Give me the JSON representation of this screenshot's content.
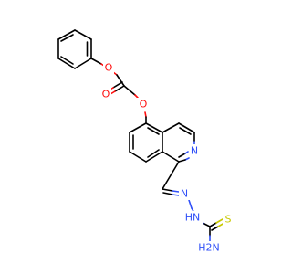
{
  "atoms": {
    "o_ether_top": {
      "symbol": "O",
      "color": "#ff0d0d"
    },
    "o_carbonyl": {
      "symbol": "O",
      "color": "#ff0d0d"
    },
    "o_ether_bottom": {
      "symbol": "O",
      "color": "#ff0d0d"
    },
    "n_ring": {
      "symbol": "N",
      "color": "#3050f8"
    },
    "n_imine": {
      "symbol": "N",
      "color": "#3050f8"
    },
    "nh": {
      "symbol": "HN",
      "color": "#3050f8"
    },
    "s_thione": {
      "symbol": "S",
      "color": "#c8c800"
    },
    "nh2": {
      "symbol": "H2N",
      "color": "#3050f8"
    }
  }
}
